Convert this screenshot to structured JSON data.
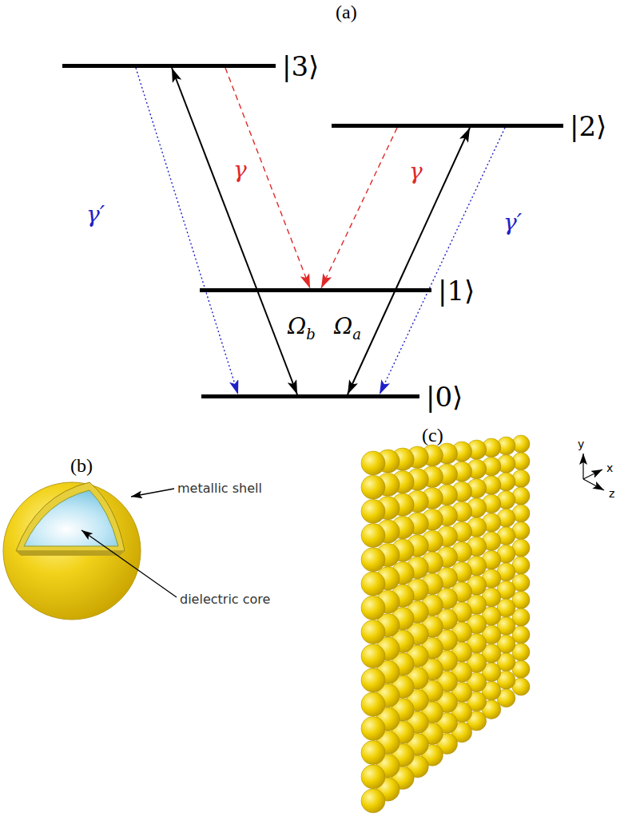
{
  "diagram": {
    "nodes": [
      {
        "text": [
          "|3⟩"
        ]
      },
      {
        "text": [
          "|2⟩"
        ]
      },
      {
        "text": [
          "|1⟩"
        ]
      },
      {
        "text": [
          "|0⟩"
        ]
      }
    ],
    "edges": [
      {
        "from": 3,
        "to": 0,
        "arrow": "both",
        "label": "Ωb"
      },
      {
        "from": 3,
        "to": 1,
        "arrow": "both",
        "label": "Ωa"
      },
      {
        "from": 0,
        "to": 2,
        "arrow": "to",
        "label": "γ"
      },
      {
        "from": 1,
        "to": 2,
        "arrow": "to",
        "label": "γ"
      },
      {
        "from": 0,
        "to": 3,
        "arrow": "to",
        "label": "γ′"
      },
      {
        "from": 1,
        "to": 3,
        "arrow": "to",
        "label": "γ′"
      }
    ],
    "labels": [
      "(a)",
      "(b)",
      "metallic shell",
      "dielectric core",
      "(c)",
      "y",
      "x",
      "z"
    ]
  }
}
